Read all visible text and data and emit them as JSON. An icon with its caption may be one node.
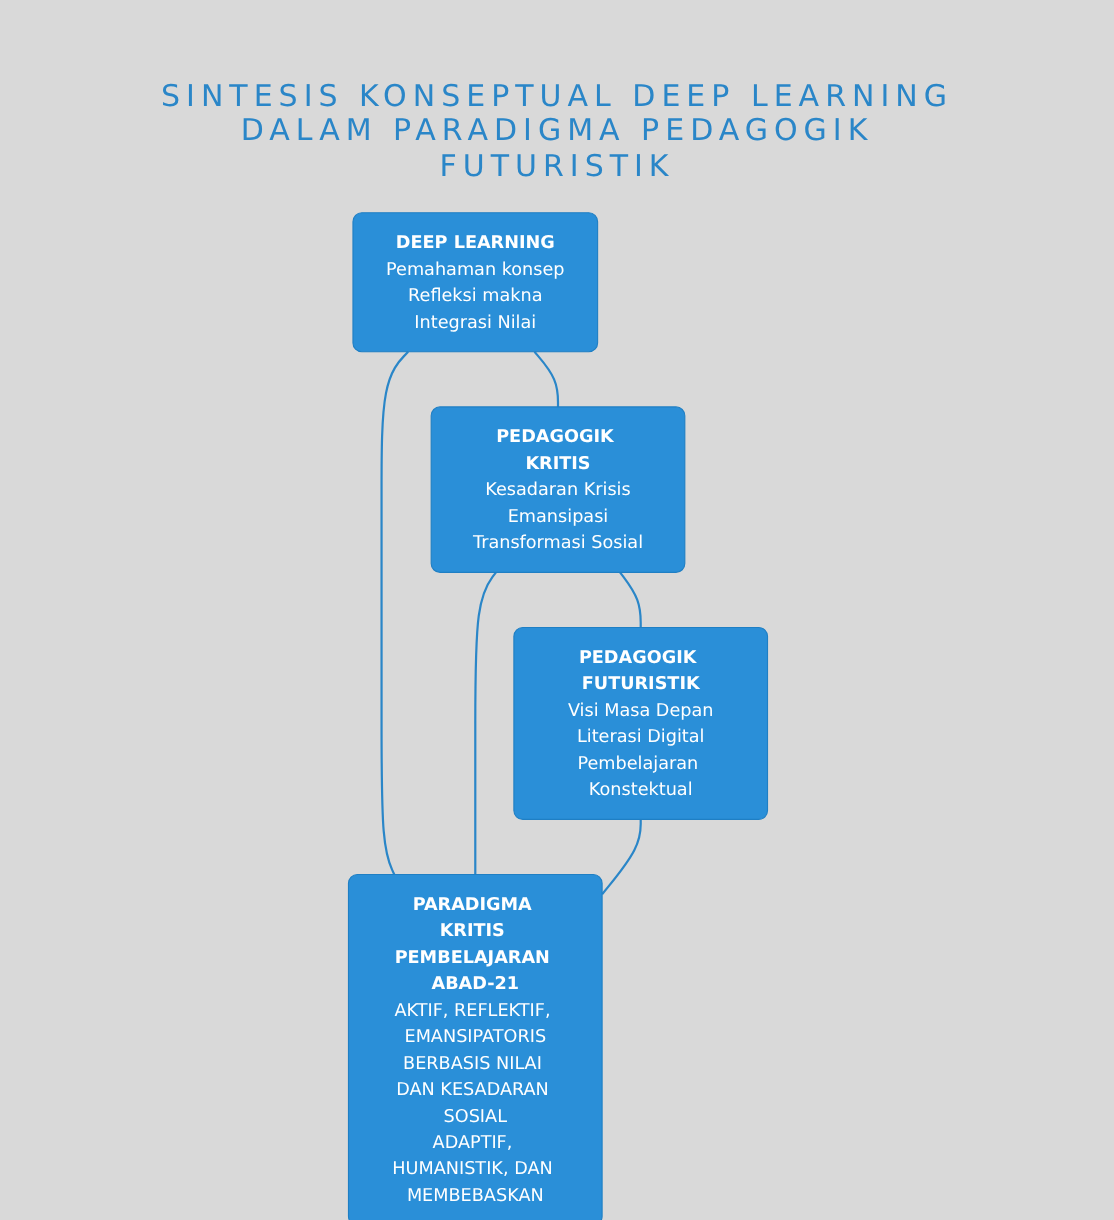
{
  "diagram": {
    "title": "SINTESIS KONSEPTUAL DEEP LEARNING DALAM PARADIGMA PEDAGOGIK FUTURISTIK",
    "nodes": [
      {
        "text": [
          "DEEP LEARNING",
          "Pemahaman konsep",
          "Refleksi makna",
          "Integrasi Nilai"
        ]
      },
      {
        "text": [
          "PEDAGOGIK KRITIS",
          "Kesadaran Krisis",
          "Emansipasi",
          "Transformasi Sosial"
        ]
      },
      {
        "text": [
          "PEDAGOGIK FUTURISTIK",
          "Visi Masa Depan",
          "Literasi Digital",
          "Pembelajaran Konstektual"
        ]
      },
      {
        "text": [
          "PARADIGMA KRITIS PEMBELAJARAN ABAD-21",
          "AKTIF, REFLEKTIF, EMANSIPATORIS",
          "BERBASIS NILAI DAN KESADARAN SOSIAL",
          "ADAPTIF, HUMANISTIK, DAN MEMBEBASKAN"
        ]
      }
    ],
    "edges": [
      {
        "from": 0,
        "to": 1,
        "arrow": "none"
      },
      {
        "from": 1,
        "to": 2,
        "arrow": "none"
      },
      {
        "from": 0,
        "to": 3,
        "arrow": "none"
      },
      {
        "from": 1,
        "to": 3,
        "arrow": "none"
      },
      {
        "from": 2,
        "to": 3,
        "arrow": "none"
      }
    ]
  }
}
